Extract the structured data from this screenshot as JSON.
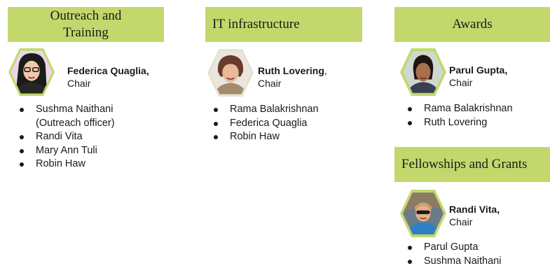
{
  "sections": {
    "outreach": {
      "title_line1": "Outreach and",
      "title_line2": "Training",
      "chair_name": "Federica Quaglia,",
      "chair_role": "Chair",
      "members": [
        "Sushma Naithani",
        "(Outreach officer)",
        "Randi Vita",
        "Mary Ann Tuli",
        "Robin Haw"
      ]
    },
    "it": {
      "title": "IT infrastructure",
      "chair_name": "Ruth Lovering",
      "chair_suffix": ",",
      "chair_role": "Chair",
      "members": [
        "Rama Balakrishnan",
        "Federica Quaglia",
        "Robin Haw"
      ]
    },
    "awards": {
      "title": "Awards",
      "chair_name": "Parul Gupta,",
      "chair_role": "Chair",
      "members": [
        "Rama Balakrishnan",
        "Ruth Lovering"
      ]
    },
    "fellowships": {
      "title": "Fellowships and Grants",
      "chair_name": "Randi Vita,",
      "chair_role": "Chair",
      "members": [
        "Parul Gupta",
        "Sushma Naithani"
      ]
    }
  },
  "colors": {
    "header_bg": "#c2d86c",
    "hexagon_border": "#c2d86c"
  }
}
